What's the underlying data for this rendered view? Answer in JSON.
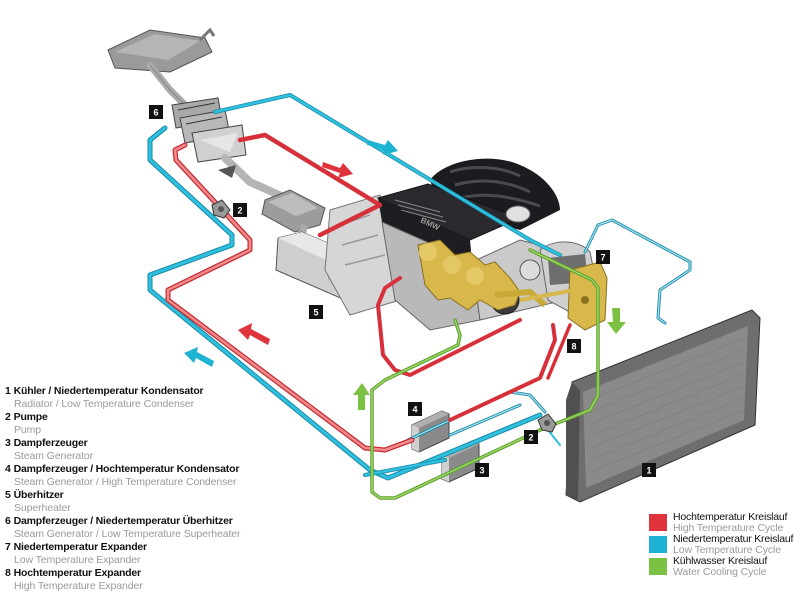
{
  "colors": {
    "high_temp": "#e0343c",
    "low_temp": "#1fb3d3",
    "cooling": "#7cc242",
    "label_box": "#111111",
    "engine_dark": "#2a2a2e",
    "engine_yellow": "#d8b84a",
    "metal": "#c8c8c8"
  },
  "components": [
    {
      "num": "1",
      "de": "Kühler / Niedertemperatur Kondensator",
      "en": "Radiator / Low Temperature Condenser"
    },
    {
      "num": "2",
      "de": "Pumpe",
      "en": "Pump"
    },
    {
      "num": "3",
      "de": "Dampferzeuger",
      "en": "Steam Generator"
    },
    {
      "num": "4",
      "de": "Dampferzeuger / Hochtemperatur Kondensator",
      "en": "Steam Generator / High Temperature Condenser"
    },
    {
      "num": "5",
      "de": "Überhitzer",
      "en": "Superheater"
    },
    {
      "num": "6",
      "de": "Dampferzeuger / Niedertemperatur Überhitzer",
      "en": "Steam Generator / Low Temperature Superheater"
    },
    {
      "num": "7",
      "de": "Niedertemperatur Expander",
      "en": "Low Temperature Expander"
    },
    {
      "num": "8",
      "de": "Hochtemperatur Expander",
      "en": "High Temperature Expander"
    }
  ],
  "cycles": [
    {
      "key": "high_temp",
      "de": "Hochtemperatur Kreislauf",
      "en": "High Temperature Cycle",
      "color": "#e0343c"
    },
    {
      "key": "low_temp",
      "de": "Niedertemperatur Kreislauf",
      "en": "Low Temperature Cycle",
      "color": "#1fb3d3"
    },
    {
      "key": "cooling",
      "de": "Kühlwasser Kreislauf",
      "en": "Water Cooling Cycle",
      "color": "#7cc242"
    }
  ],
  "diagram_labels": {
    "radiator": "1",
    "pump_high": "2",
    "pump_low": "2",
    "steam_gen": "3",
    "steam_gen_hi_cond": "4",
    "superheater": "5",
    "steam_gen_lo_super": "6",
    "lo_expander": "7",
    "hi_expander": "8",
    "engine_badge": "BMW"
  }
}
